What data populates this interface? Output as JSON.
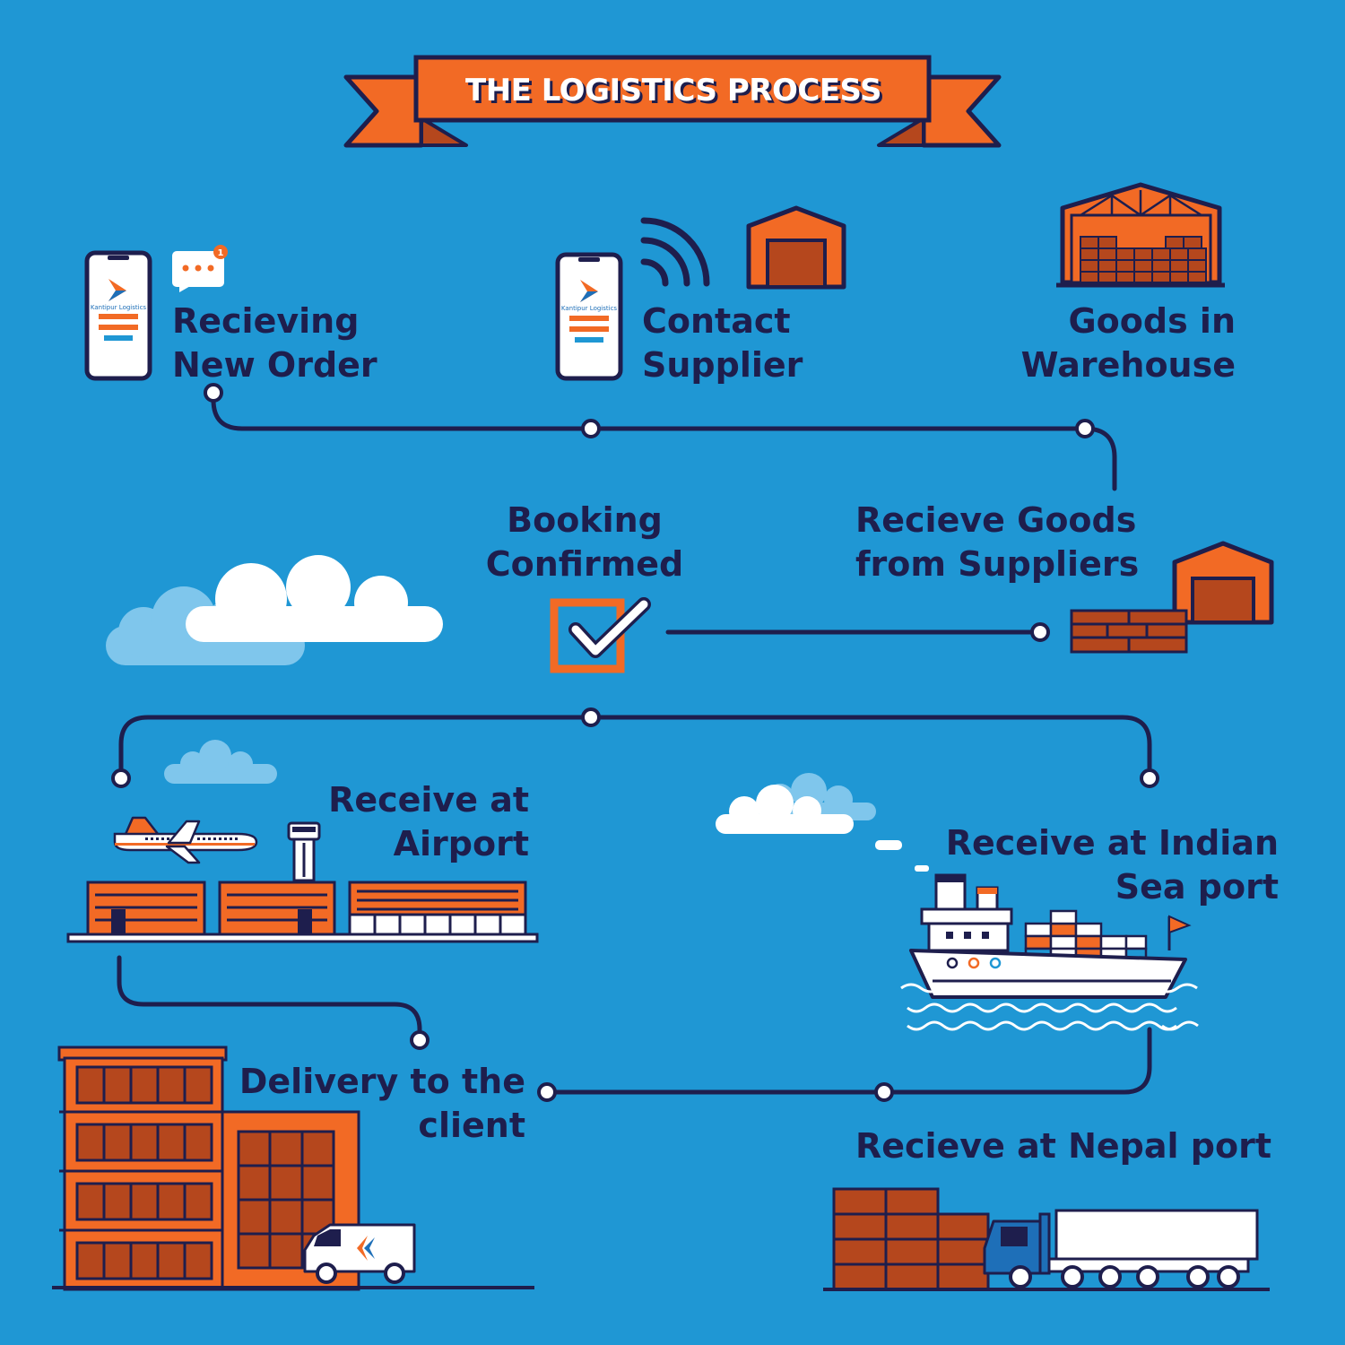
{
  "title": "THE LOGISTICS PROCESS",
  "app_brand": "Kantipur Logistics",
  "notification_count": "1",
  "steps": {
    "receiving_order": {
      "line1": "Recieving",
      "line2": "New Order"
    },
    "contact_supplier": {
      "line1": "Contact",
      "line2": "Supplier"
    },
    "goods_warehouse": {
      "line1": "Goods in",
      "line2": "Warehouse"
    },
    "receive_goods": {
      "line1": "Recieve Goods",
      "line2": "from Suppliers"
    },
    "booking_confirmed": {
      "line1": "Booking",
      "line2": "Confirmed"
    },
    "airport": {
      "line1": "Receive at",
      "line2": "Airport"
    },
    "sea_port": {
      "line1": "Receive at Indian",
      "line2": "Sea port"
    },
    "delivery": {
      "line1": "Delivery to the",
      "line2": "client"
    },
    "nepal_port": {
      "line1": "Recieve at Nepal port"
    }
  },
  "colors": {
    "background": "#1f97d4",
    "orange": "#f26a25",
    "brown": "#b5471d",
    "navy": "#1e1e4d",
    "white": "#ffffff",
    "light_blue": "#7fc6ec"
  }
}
